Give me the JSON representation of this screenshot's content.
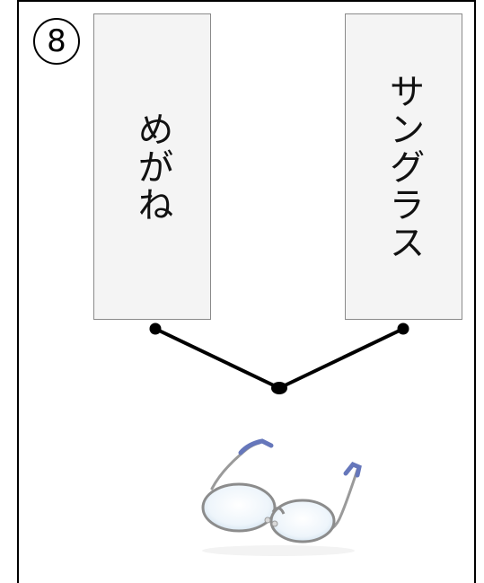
{
  "item_number": "8",
  "cards": {
    "left": {
      "label": "めがね"
    },
    "right": {
      "label": "サングラス"
    }
  },
  "picture": {
    "icon": "eyeglasses-icon"
  }
}
